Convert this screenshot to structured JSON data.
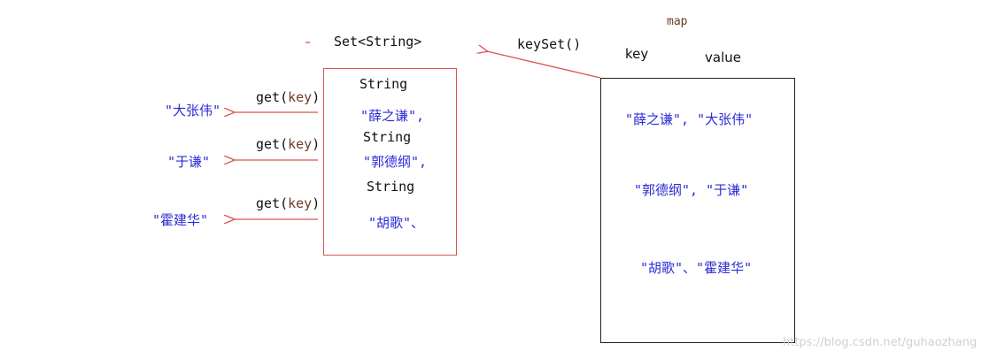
{
  "map_label": "map",
  "set_title": "Set<String>",
  "keyset_label": "keySet()",
  "map_header": {
    "key": "key",
    "value": "value"
  },
  "set_items": [
    {
      "type": "String",
      "value": "\"薛之谦\","
    },
    {
      "type": "String",
      "value": "\"郭德纲\","
    },
    {
      "type": "String",
      "value": "\"胡歌\"、"
    }
  ],
  "get_calls": [
    {
      "prefix": "get(",
      "arg": "key",
      "suffix": ")",
      "result": "\"大张伟\""
    },
    {
      "prefix": "get(",
      "arg": "key",
      "suffix": ")",
      "result": "\"于谦\""
    },
    {
      "prefix": "get(",
      "arg": "key",
      "suffix": ")",
      "result": "\"霍建华\""
    }
  ],
  "map_entries": [
    "\"薛之谦\", \"大张伟\"",
    "\"郭德纲\", \"于谦\"",
    "\"胡歌\"、\"霍建华\""
  ],
  "watermark": "https://blog.csdn.net/guhaozhang",
  "colors": {
    "arrow": "#d9534f",
    "text_blue": "#2b2bd6",
    "set_border": "#d9534f",
    "map_border": "#222222"
  }
}
